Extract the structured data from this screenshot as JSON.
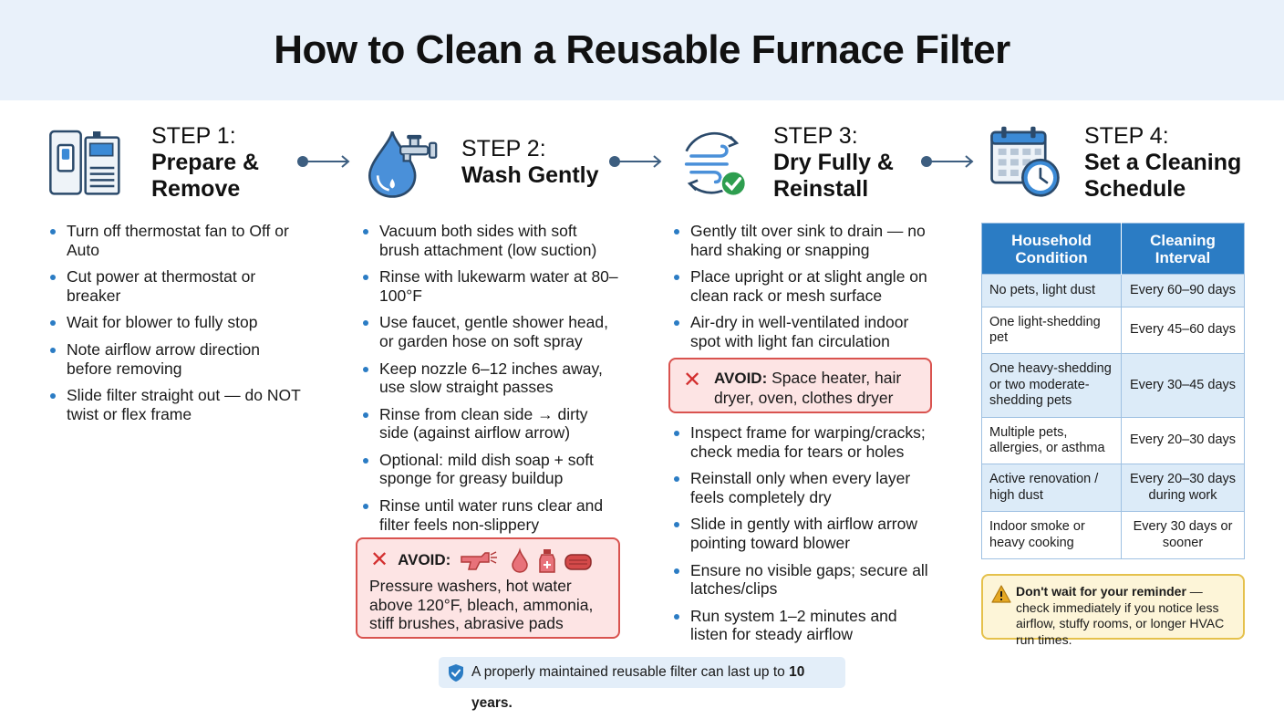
{
  "title": "How to Clean a Reusable Furnace Filter",
  "colors": {
    "accent": "#2b7cc4",
    "avoid_red": "#d32f2f",
    "header_bg": "#e9f1fa",
    "note_yellow": "#fdf5d8"
  },
  "steps": [
    {
      "num": "STEP 1:",
      "name_line1": "Prepare &",
      "name_line2": "Remove",
      "icon": "thermostat-furnace-icon",
      "items": [
        "Turn off thermostat fan to Off or Auto",
        "Cut power at thermostat or breaker",
        "Wait for blower to fully stop",
        "Note airflow arrow direction before removing",
        "Slide filter straight out — do NOT twist or flex frame"
      ]
    },
    {
      "num": "STEP 2:",
      "name_line1": "Wash Gently",
      "icon": "water-drop-faucet-icon",
      "items": [
        "Vacuum both sides with soft brush attachment (low suction)",
        "Rinse with lukewarm water at 80–100°F",
        "Use faucet, gentle shower head, or garden hose on soft spray",
        "Keep nozzle 6–12 inches away, use slow straight passes",
        "Rinse from clean side → dirty side (against airflow arrow)",
        "Optional: mild dish soap + soft sponge for greasy buildup",
        "Rinse until water runs clear and filter feels non-slippery"
      ],
      "avoid_label": "AVOID:",
      "avoid_text": "Pressure washers, hot water above 120°F, bleach, ammonia, stiff brushes, abrasive pads"
    },
    {
      "num": "STEP 3:",
      "name_line1": "Dry Fully &",
      "name_line2": "Reinstall",
      "icon": "airflow-check-icon",
      "items_a": [
        "Gently tilt over sink to drain — no hard shaking or snapping",
        "Place upright or at slight angle on clean rack or mesh surface",
        "Air-dry in well-ventilated indoor spot with light fan circulation"
      ],
      "avoid_label": "AVOID:",
      "avoid_text": "Space heater, hair dryer, oven, clothes dryer",
      "items_b": [
        "Inspect frame for warping/cracks; check media for tears or holes",
        "Reinstall only when every layer feels completely dry",
        "Slide in gently with airflow arrow pointing toward blower",
        "Ensure no visible gaps; secure all latches/clips",
        "Run system 1–2 minutes and listen for steady airflow"
      ]
    },
    {
      "num": "STEP 4:",
      "name_line1": "Set a Cleaning",
      "name_line2": "Schedule",
      "icon": "calendar-clock-icon"
    }
  ],
  "schedule": {
    "headers": [
      "Household Condition",
      "Cleaning Interval"
    ],
    "rows": [
      [
        "No pets, light dust",
        "Every 60–90 days"
      ],
      [
        "One light-shedding pet",
        "Every 45–60 days"
      ],
      [
        "One heavy-shedding or two moderate-shedding pets",
        "Every 30–45 days"
      ],
      [
        "Multiple pets, allergies, or asthma",
        "Every 20–30 days"
      ],
      [
        "Active renovation / high dust",
        "Every 20–30 days during work"
      ],
      [
        "Indoor smoke or heavy cooking",
        "Every 30 days or sooner"
      ]
    ]
  },
  "note": {
    "bold": "Don't wait for your reminder",
    "rest": " — check immediately if you notice less airflow, stuffy rooms, or longer HVAC run times."
  },
  "footer": {
    "text": "A properly maintained reusable filter can last up to ",
    "bold": "10 years."
  }
}
